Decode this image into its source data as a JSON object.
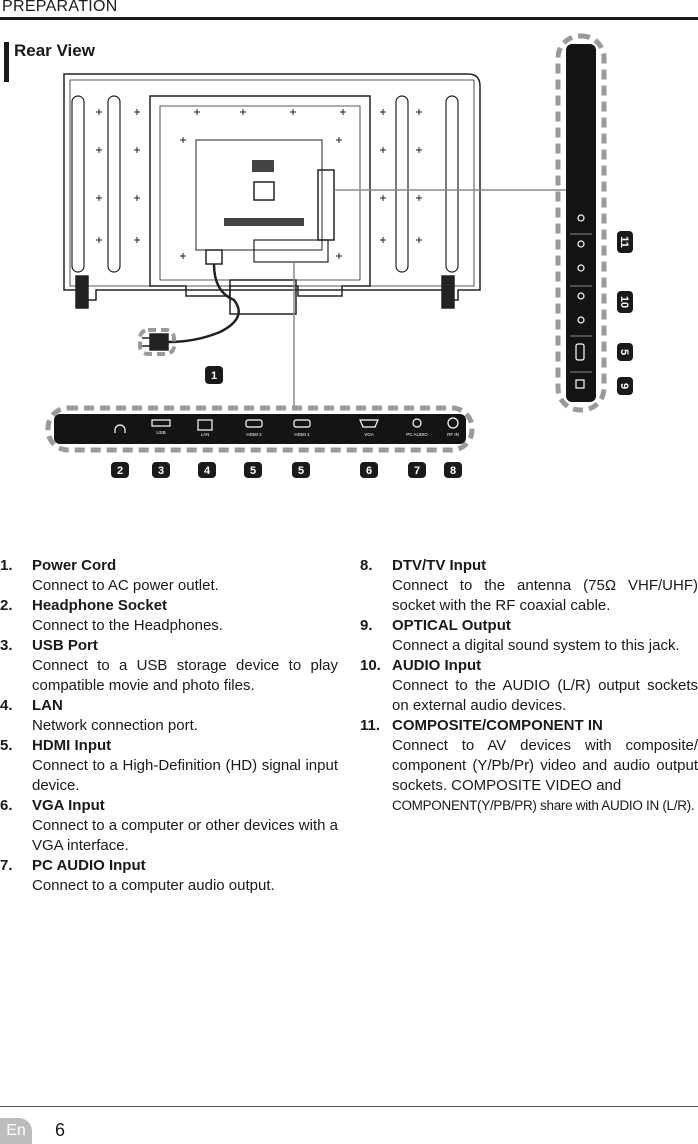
{
  "header": {
    "section": "PREPARATION"
  },
  "heading": "Rear View",
  "callouts": [
    "1",
    "2",
    "3",
    "4",
    "5",
    "5",
    "6",
    "7",
    "8",
    "9",
    "5",
    "10",
    "11"
  ],
  "port_labels": {
    "usb": "USB",
    "lan": "LAN",
    "hdmi2": "HDMI 2",
    "hdmi1": "HDMI 1",
    "vga": "VGA",
    "pc_audio": "PC AUDIO",
    "rf_in": "RF IN"
  },
  "items_left": [
    {
      "num": "1.",
      "title": "Power Cord",
      "desc": "Connect to AC power outlet."
    },
    {
      "num": "2.",
      "title": "Headphone Socket",
      "desc": "Connect to the Headphones."
    },
    {
      "num": "3.",
      "title": "USB Port",
      "desc": "Connect to a USB storage device to play compatible movie and photo files."
    },
    {
      "num": "4.",
      "title": "LAN",
      "desc": "Network connection port."
    },
    {
      "num": "5.",
      "title": "HDMI Input",
      "desc": "Connect to a High-Definition (HD) signal input device."
    },
    {
      "num": "6.",
      "title": "VGA Input",
      "desc": "Connect to a computer or other devices with a VGA interface."
    },
    {
      "num": "7.",
      "title": "PC AUDIO Input",
      "desc": "Connect to a computer audio output."
    }
  ],
  "items_right": [
    {
      "num": "8.",
      "title": "DTV/TV Input",
      "desc": "Connect to the antenna (75Ω VHF/UHF) socket with the RF coaxial cable."
    },
    {
      "num": "9.",
      "title": "OPTICAL Output",
      "desc": "Connect a digital sound system to this jack."
    },
    {
      "num": "10.",
      "title": "AUDIO Input",
      "desc": "Connect to the AUDIO (L/R) output sockets on external audio devices."
    },
    {
      "num": "11.",
      "title": "COMPOSITE/COMPONENT IN",
      "desc": "Connect to AV devices with composite/ component (Y/Pb/Pr) video and audio output sockets. COMPOSITE VIDEO and",
      "desc2": "COMPONENT(Y/PB/PR) share with  AUDIO IN (L/R)."
    }
  ],
  "footer": {
    "language": "En",
    "page": "6"
  }
}
